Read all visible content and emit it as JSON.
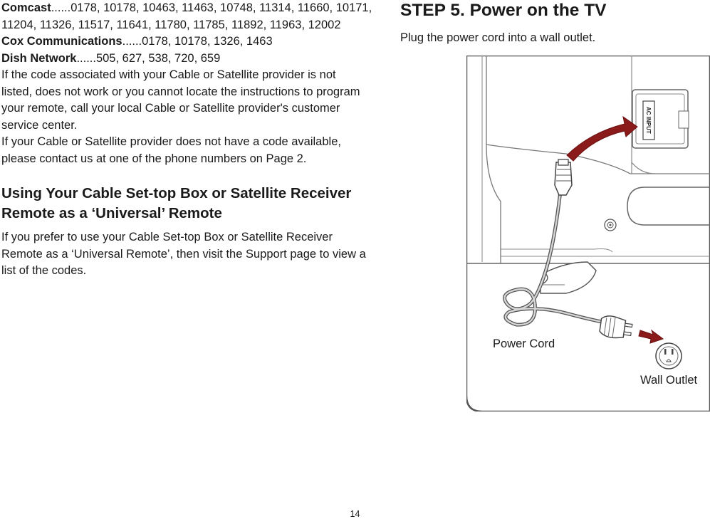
{
  "codes": {
    "comcast": {
      "provider": "Comcast",
      "codes": "......0178, 10178, 10463, 11463, 10748, 11314, 11660, 10171, 11204, 11326, 11517, 11641, 11780, 11785, 11892, 11963, 12002"
    },
    "cox": {
      "provider": "Cox Communications",
      "codes": "......0178, 10178, 1326, 1463"
    },
    "dish": {
      "provider": "Dish Network",
      "codes": "......505, 627, 538, 720, 659"
    }
  },
  "paragraphs": {
    "not_listed": "If the code associated with your Cable or Satellite provider is not listed, does not work or you cannot locate the instructions to program your remote, call your local Cable or Satellite provider's customer service center.",
    "no_code": "If your Cable or Satellite provider does not have a code available, please contact us at one of the phone numbers on Page 2."
  },
  "universal": {
    "heading_line1": "Using Your Cable Set-top Box or Satellite Receiver",
    "heading_line2": "Remote as a ‘Universal’ Remote",
    "body": "If you prefer to use your Cable Set-top Box or Satellite Receiver Remote as a ‘Universal Remote’, then visit the Support page to view a list of the codes."
  },
  "step5": {
    "title": "STEP 5. Power on the TV",
    "instruction": "Plug the power cord into a wall outlet."
  },
  "figure": {
    "ac_input_label": "AC INPUT",
    "power_cord_label": "Power Cord",
    "wall_outlet_label": "Wall Outlet",
    "arrow_color": "#8b1a1a"
  },
  "footer": {
    "page_number": "14"
  }
}
